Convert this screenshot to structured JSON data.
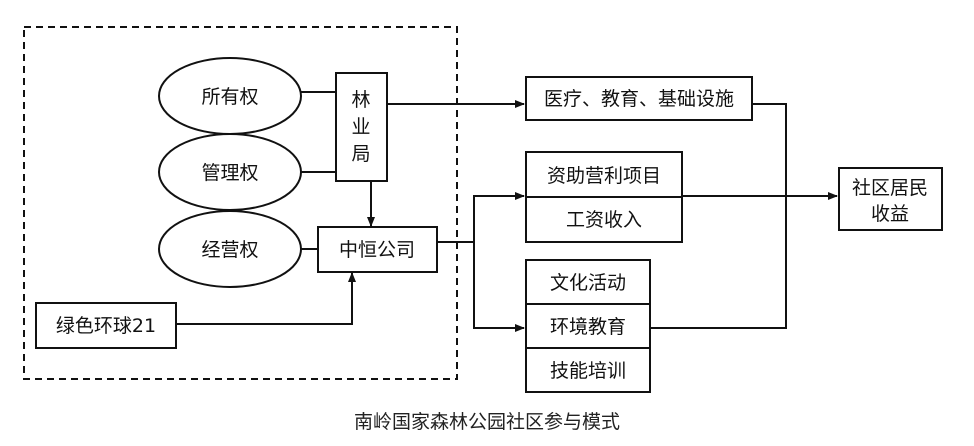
{
  "diagram": {
    "rights": {
      "ownership": "所有权",
      "management": "管理权",
      "operation": "经营权"
    },
    "forestry_bureau": [
      "林",
      "业",
      "局"
    ],
    "zhongheng_company": "中恒公司",
    "green_globe": "绿色环球21",
    "outputs": {
      "infrastructure": "医疗、教育、基础设施",
      "funding_projects": "资助营利项目",
      "wage_income": "工资收入",
      "culture_activities": "文化活动",
      "environment_education": "环境教育",
      "skills_training": "技能培训"
    },
    "community_income": [
      "社区居民",
      "收益"
    ],
    "caption": "南岭国家森林公园社区参与模式"
  },
  "colors": {
    "line": "#111111",
    "background": "#ffffff"
  }
}
